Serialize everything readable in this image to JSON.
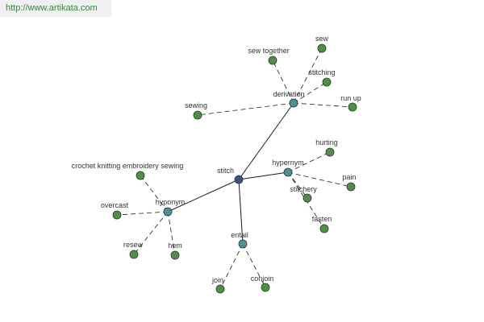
{
  "site": {
    "url": "http://www.artikata.com"
  },
  "colors": {
    "leaf": "#4f8f43",
    "relation": "#4f8f9a",
    "center": "#3b4f8a",
    "edge": "#1a1a1a",
    "node_stroke": "#2a3a2a"
  },
  "graph": {
    "center": {
      "id": "stitch",
      "label": "stitch"
    },
    "relations": [
      {
        "id": "derivation",
        "label": "derivation",
        "children": [
          "sew together",
          "sew",
          "stitching",
          "run up",
          "sewing"
        ]
      },
      {
        "id": "hypernym",
        "label": "hypernym",
        "children": [
          "hurting",
          "pain",
          "stitchery",
          "fasten"
        ]
      },
      {
        "id": "hyponym",
        "label": "hyponym",
        "children": [
          "crochet knitting embroidery sewing",
          "overcast",
          "resew",
          "hem"
        ]
      },
      {
        "id": "entail",
        "label": "entail",
        "children": [
          "join",
          "conjoin"
        ]
      }
    ]
  }
}
